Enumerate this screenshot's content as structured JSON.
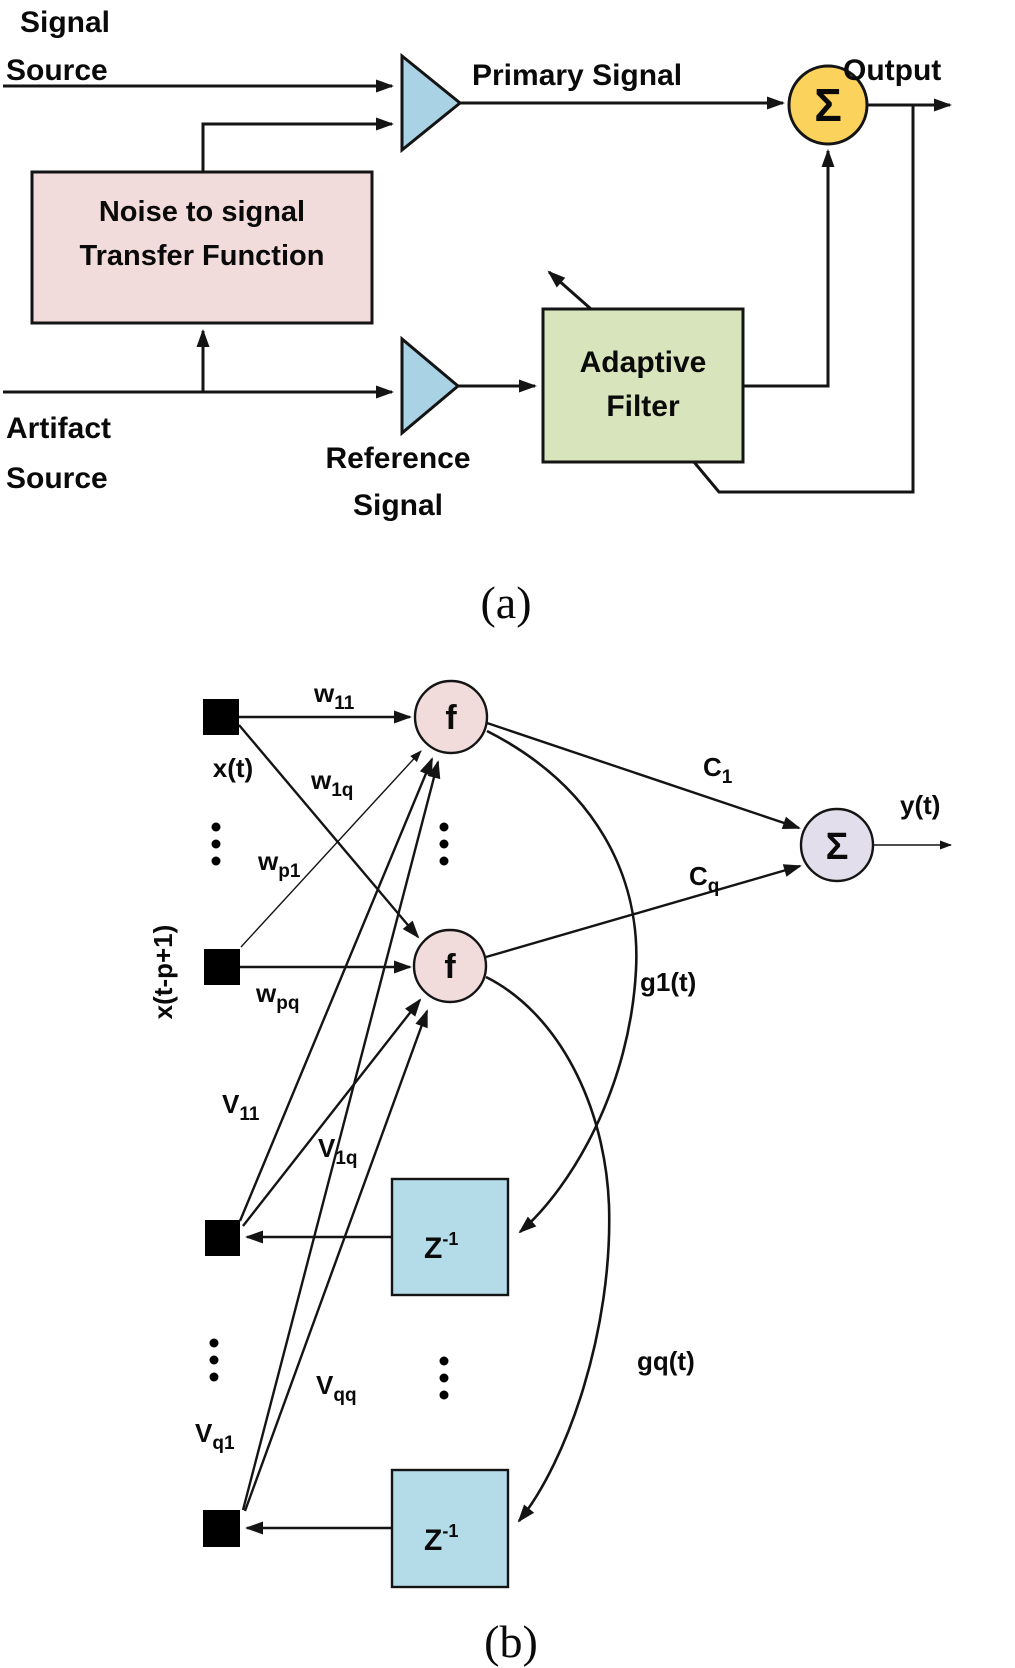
{
  "panel_a": {
    "caption": "(a)",
    "signal_source": {
      "line1": "Signal",
      "line2": "Source"
    },
    "artifact_source": {
      "line1": "Artifact",
      "line2": "Source"
    },
    "reference_signal": {
      "line1": "Reference",
      "line2": "Signal"
    },
    "primary_signal": "Primary Signal",
    "output": "Output",
    "sum_symbol": "Σ",
    "noise_block": {
      "line1": "Noise to signal",
      "line2": "Transfer Function"
    },
    "adaptive_block": {
      "line1": "Adaptive",
      "line2": "Filter"
    },
    "colors": {
      "noise_block": "#F2DCDB",
      "adaptive_block": "#D7E4BC",
      "amplifier": "#A9D3E5",
      "sum_node": "#FBD25B"
    }
  },
  "panel_b": {
    "caption": "(b)",
    "inputs": {
      "x_t": "x(t)",
      "x_tp1": "x(t-p+1)"
    },
    "output_label": "y(t)",
    "neuron_symbol": "f",
    "sum_symbol": "Σ",
    "delay": {
      "main": "Z",
      "sup": "-1"
    },
    "weights": {
      "w11": {
        "main": "w",
        "sub": "11"
      },
      "w1q": {
        "main": "w",
        "sub": "1q"
      },
      "wp1": {
        "main": "w",
        "sub": "p1"
      },
      "wpq": {
        "main": "w",
        "sub": "pq"
      },
      "c1": {
        "main": "C",
        "sub": "1"
      },
      "cq": {
        "main": "C",
        "sub": "q"
      },
      "v11": {
        "main": "V",
        "sub": "11"
      },
      "v1q": {
        "main": "V",
        "sub": "1q"
      },
      "vqq": {
        "main": "V",
        "sub": "qq"
      },
      "vq1": {
        "main": "V",
        "sub": "q1"
      }
    },
    "feedback": {
      "g1": "g1(t)",
      "gq": "gq(t)"
    },
    "colors": {
      "neuron": "#F2DCDB",
      "sum_node": "#E2DEEC",
      "delay_block": "#B3DBE8",
      "input_node": "#000000"
    }
  }
}
